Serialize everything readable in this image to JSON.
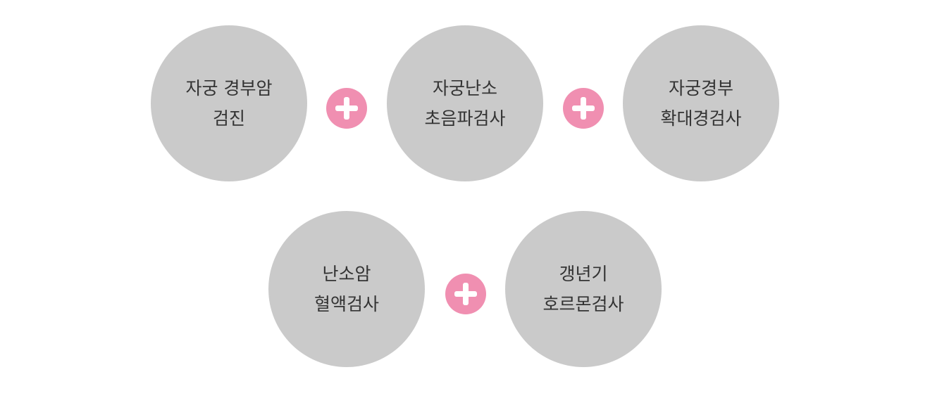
{
  "items": [
    {
      "line1": "자궁 경부암",
      "line2": "검진"
    },
    {
      "line1": "자궁난소",
      "line2": "초음파검사"
    },
    {
      "line1": "자궁경부",
      "line2": "확대경검사"
    },
    {
      "line1": "난소암",
      "line2": "혈액검사"
    },
    {
      "line1": "갱년기",
      "line2": "호르몬검사"
    }
  ],
  "icons": {
    "plus": "plus-icon"
  },
  "colors": {
    "circle": "#cacaca",
    "plus": "#f08fb1",
    "text": "#333333"
  }
}
